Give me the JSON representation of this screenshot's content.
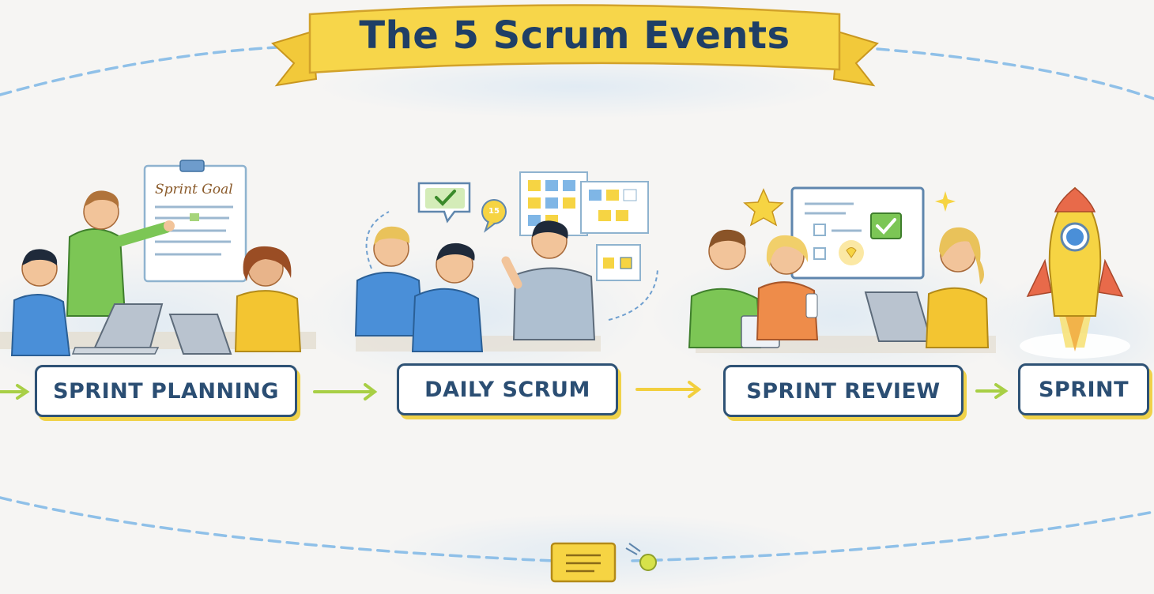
{
  "title": "The 5 Scrum Events",
  "flow_steps": [
    {
      "label": "SPRINT PLANNING"
    },
    {
      "label": "DAILY SCRUM"
    },
    {
      "label": "SPRINT REVIEW"
    },
    {
      "label": "SPRINT"
    }
  ],
  "planning_board_text": "Sprint Goal",
  "daily_bubble_number": "15",
  "colors": {
    "banner_yellow": "#f7d64a",
    "banner_shadow": "#e3b92a",
    "title_navy": "#1f3f66",
    "box_border": "#2e5275",
    "arrow_green": "#a8cf45",
    "arrow_yellow": "#f2cf3e",
    "dashed_loop": "#8fc0e8",
    "shirt_green": "#7cc655",
    "shirt_blue": "#4a8fd8",
    "shirt_yellow": "#f3c531",
    "shirt_orange": "#ee8c4a",
    "rocket_body": "#f6d443",
    "rocket_fins": "#e86a4a"
  },
  "icons": [
    "clipboard-icon",
    "check-bubble-icon",
    "sticky-notes-icon",
    "star-icon",
    "monitor-check-icon",
    "rocket-icon",
    "backlog-box-icon"
  ]
}
